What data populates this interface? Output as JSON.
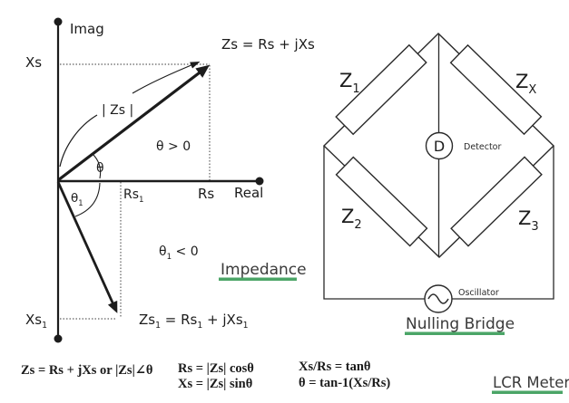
{
  "phasor": {
    "imag": "Imag",
    "real": "Real",
    "xs": "Xs",
    "xs1": [
      "Xs",
      "1"
    ],
    "rs": "Rs",
    "rs1": [
      "Rs",
      "1"
    ],
    "zs_eq": "Zs = Rs + jXs",
    "zs_mag": "| Zs |",
    "theta_gt": "θ > 0",
    "theta": "θ",
    "theta1": [
      "θ",
      "1"
    ],
    "theta1_lt": [
      "θ",
      "1",
      " < 0"
    ],
    "zs1_eq": [
      "Zs",
      "1",
      " = Rs",
      "1",
      " + jXs",
      "1"
    ],
    "caption": "Impedance"
  },
  "bridge": {
    "z1": [
      "Z",
      "1"
    ],
    "zx": [
      "Z",
      "X"
    ],
    "z2": [
      "Z",
      "2"
    ],
    "z3": [
      "Z",
      "3"
    ],
    "detector_symbol": "D",
    "detector_label": "Detector",
    "oscillator_label": "Oscillator",
    "caption": "Nulling Bridge"
  },
  "formulas": {
    "polar": "Zs = Rs + jXs or |Zs|∠θ",
    "cos": "Rs = |Zs| cosθ",
    "sin": "Xs = |Zs| sinθ",
    "tan": "Xs/Rs = tanθ",
    "atan": "θ = tan-1(Xs/Rs)"
  },
  "footer_caption": "LCR Meter",
  "colors": {
    "ink": "#1c1c1c",
    "line": "#2a2a2a",
    "green_underline": "#4ba567",
    "caption_text": "#3a3a3a"
  }
}
